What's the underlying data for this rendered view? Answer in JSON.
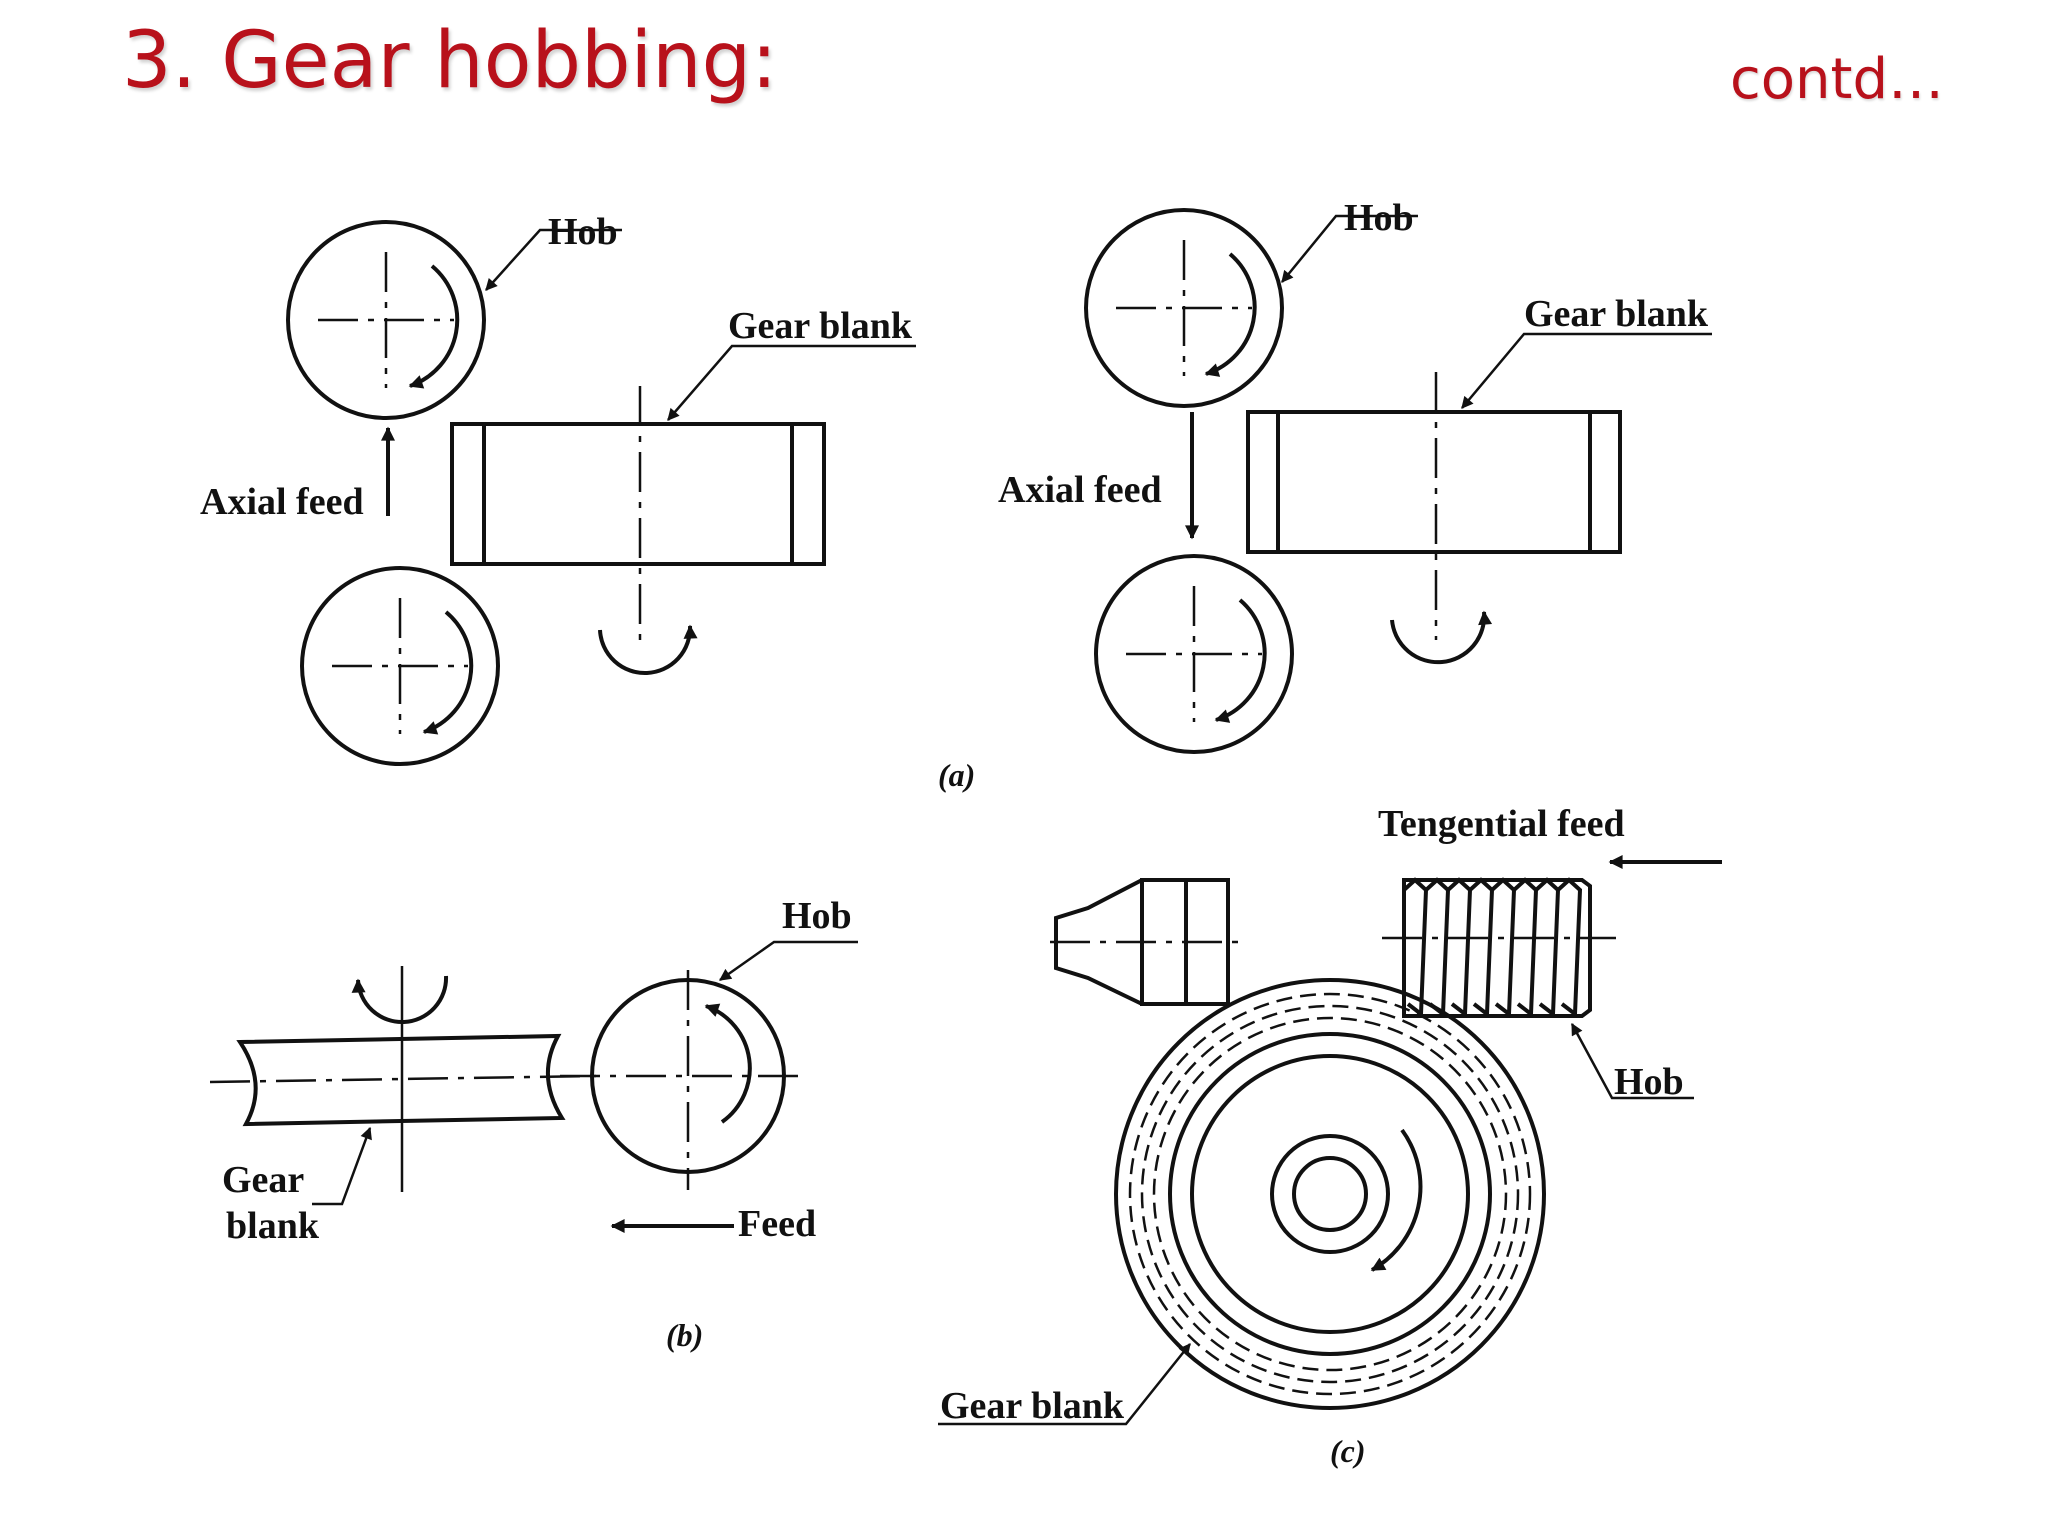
{
  "slide": {
    "title": "3. Gear hobbing:",
    "contd": "contd…",
    "accent_color": "#b8111b"
  },
  "figure": {
    "panel_a": {
      "caption": "(a)",
      "left_hob_label": "Hob",
      "left_blank_label": "Gear blank",
      "left_feed_label": "Axial feed",
      "right_hob_label": "Hob",
      "right_blank_label": "Gear blank",
      "right_feed_label": "Axial feed"
    },
    "panel_b": {
      "caption": "(b)",
      "hob_label": "Hob",
      "blank_label_line1": "Gear",
      "blank_label_line2": "blank",
      "feed_label": "Feed"
    },
    "panel_c": {
      "caption": "(c)",
      "feed_label": "Tengential feed",
      "hob_label": "Hob",
      "blank_label": "Gear blank"
    }
  }
}
